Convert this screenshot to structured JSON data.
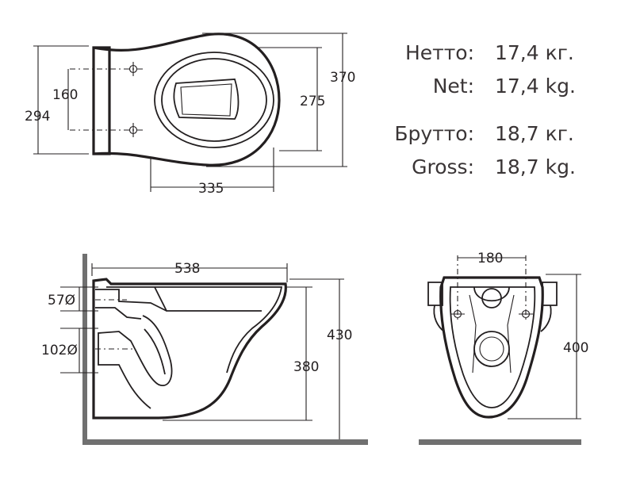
{
  "dimensions": {
    "top_view": {
      "total_length": "370",
      "inner_length": "275",
      "width": "335",
      "rim_width": "294",
      "bolt_spacing": "160"
    },
    "side_view": {
      "depth": "538",
      "total_height": "430",
      "rim_height": "380",
      "inlet": "57Ø",
      "outlet": "102Ø"
    },
    "back_view": {
      "bolt_spacing": "180",
      "height": "400"
    }
  },
  "weights": [
    {
      "label": "Нетто:",
      "value": "17,4 кг."
    },
    {
      "label": "Net:",
      "value": "17,4 kg."
    },
    {
      "label": "Брутто:",
      "value": "18,7 кг."
    },
    {
      "label": "Gross:",
      "value": "18,7 kg."
    }
  ],
  "colors": {
    "line": "#231f20",
    "floor": "#707070",
    "text": "#3a3536"
  }
}
